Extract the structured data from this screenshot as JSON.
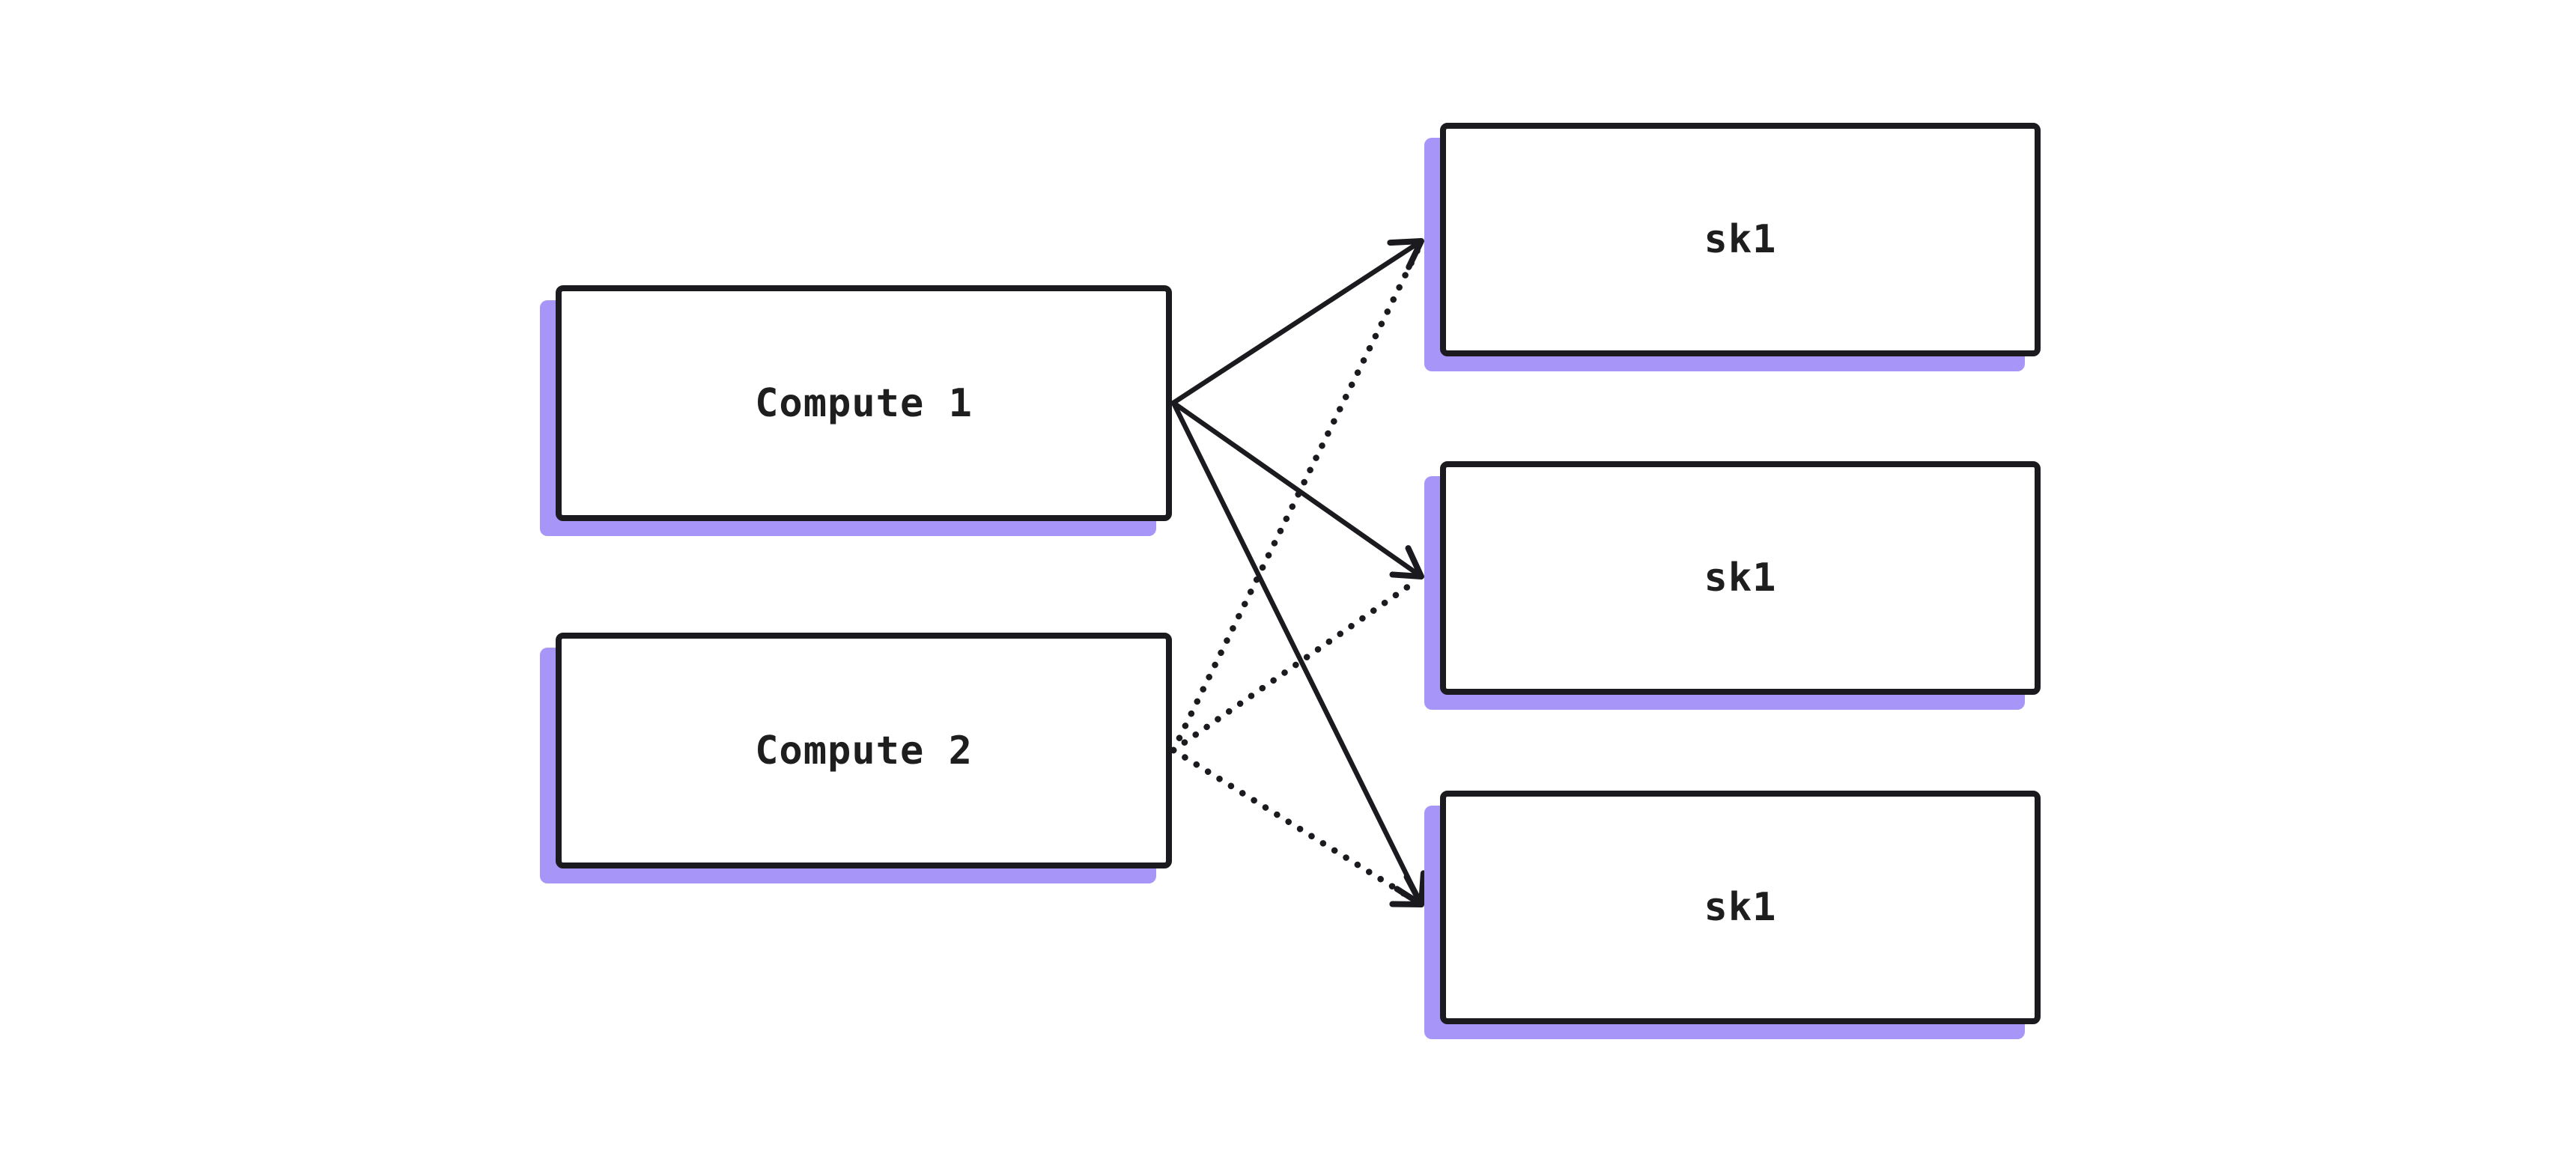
{
  "diagram": {
    "background": "#ffffff",
    "nodes": [
      {
        "id": "compute-1",
        "label": "Compute 1",
        "shape": "rectangle"
      },
      {
        "id": "compute-2",
        "label": "Compute 2",
        "shape": "rectangle"
      },
      {
        "id": "sk1-top",
        "label": "sk1",
        "shape": "rectangle"
      },
      {
        "id": "sk1-middle",
        "label": "sk1",
        "shape": "rectangle"
      },
      {
        "id": "sk1-bottom",
        "label": "sk1",
        "shape": "rectangle"
      }
    ],
    "edges": [
      {
        "from": "compute-1",
        "to": "sk1-top",
        "style": "solid",
        "arrowhead": true
      },
      {
        "from": "compute-1",
        "to": "sk1-middle",
        "style": "solid",
        "arrowhead": true
      },
      {
        "from": "compute-1",
        "to": "sk1-bottom",
        "style": "solid",
        "arrowhead": true
      },
      {
        "from": "compute-2",
        "to": "sk1-top",
        "style": "dotted",
        "arrowhead": false
      },
      {
        "from": "compute-2",
        "to": "sk1-middle",
        "style": "dotted",
        "arrowhead": false
      },
      {
        "from": "compute-2",
        "to": "sk1-bottom",
        "style": "dotted",
        "arrowhead": true
      }
    ],
    "colors": {
      "node_fill": "#ffffff",
      "node_border": "#1b1b1f",
      "node_shadow": "#a796f8",
      "edge_stroke": "#1b1b1f",
      "label_text": "#1e1e1e"
    }
  }
}
